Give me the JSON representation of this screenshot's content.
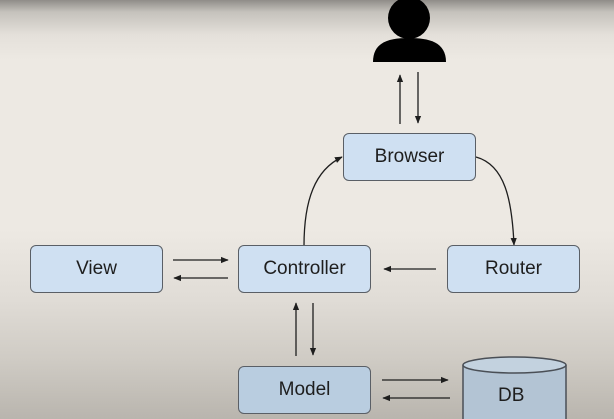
{
  "diagram": {
    "title": "",
    "user_icon": "user-icon",
    "nodes": {
      "browser": "Browser",
      "view": "View",
      "controller": "Controller",
      "router": "Router",
      "model": "Model",
      "db": "DB"
    },
    "edges": [
      {
        "from": "user",
        "to": "browser",
        "direction": "bidirectional"
      },
      {
        "from": "browser",
        "to": "router"
      },
      {
        "from": "router",
        "to": "controller"
      },
      {
        "from": "controller",
        "to": "browser"
      },
      {
        "from": "view",
        "to": "controller",
        "direction": "bidirectional"
      },
      {
        "from": "controller",
        "to": "model",
        "direction": "bidirectional"
      },
      {
        "from": "model",
        "to": "db",
        "direction": "bidirectional"
      }
    ],
    "colors": {
      "box_fill": "#cfe0f2",
      "model_fill": "#b9cde0",
      "db_fill": "#b3c4d4",
      "stroke": "#5a5f66",
      "icon": "#000000"
    }
  }
}
